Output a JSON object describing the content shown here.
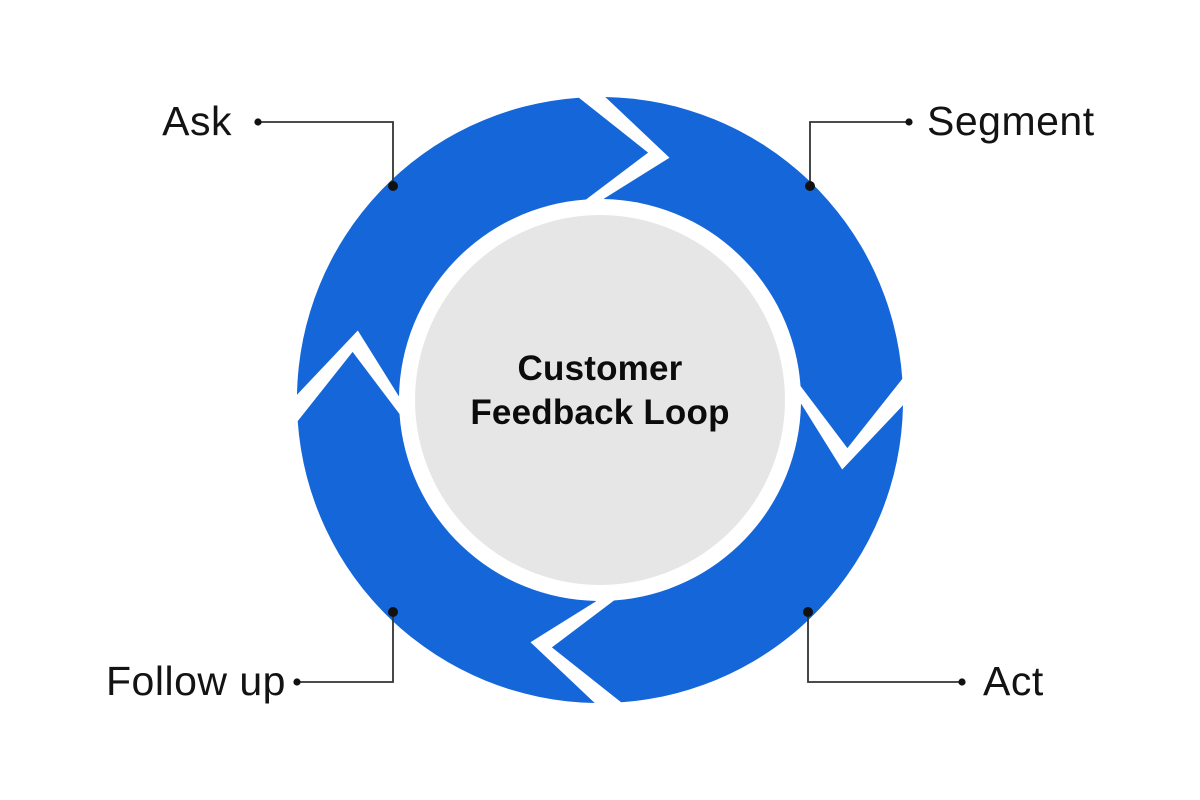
{
  "diagram": {
    "center": {
      "title_line1": "Customer",
      "title_line2": "Feedback Loop"
    },
    "steps": [
      {
        "label": "Ask",
        "position": "top-left"
      },
      {
        "label": "Segment",
        "position": "top-right"
      },
      {
        "label": "Act",
        "position": "bottom-right"
      },
      {
        "label": "Follow up",
        "position": "bottom-left"
      }
    ],
    "colors": {
      "ring_blue": "#1466d9",
      "center_gray": "#e6e6e6",
      "leader_line": "#333333",
      "dot_black": "#111111",
      "background": "#ffffff",
      "title_text": "#0c0c0c",
      "label_text": "#131313"
    }
  }
}
